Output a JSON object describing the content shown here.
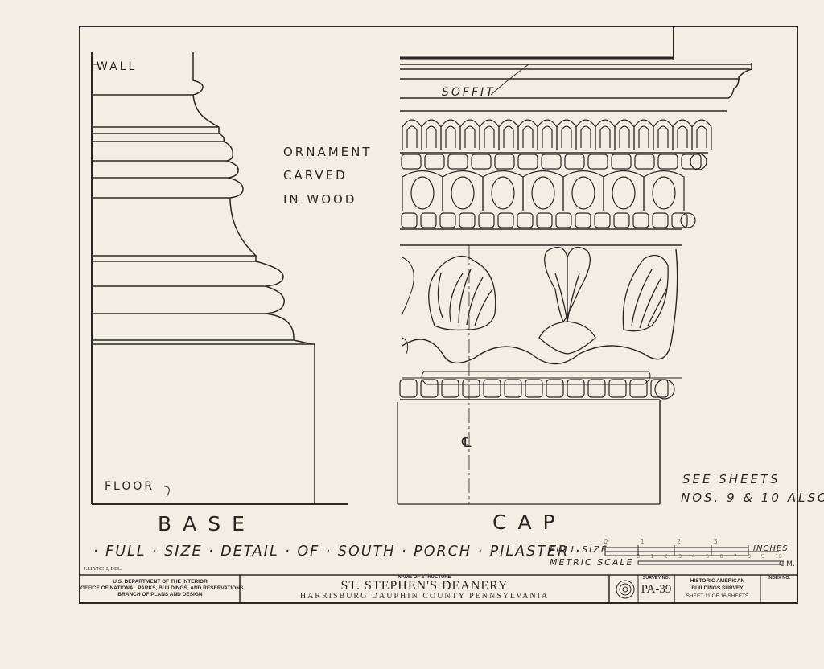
{
  "drawing": {
    "base_title": "BASE",
    "cap_title": "CAP",
    "label_wall": "WALL",
    "label_floor": "FLOOR",
    "label_soffit": "SOFFIT",
    "note_line1": "ORNAMENT",
    "note_line2": "CARVED",
    "note_line3": "IN WOOD",
    "see_sheets_1": "SEE SHEETS",
    "see_sheets_2": "NOS. 9 & 10 ALSO",
    "centerline_mark": "℄",
    "main_title": "· FULL · SIZE · DETAIL · OF · SOUTH · PORCH · PILASTER ·",
    "scale_label_1": "FULL SIZE",
    "scale_label_2": "METRIC SCALE",
    "scale_units_1": "INCHES",
    "scale_units_2": "C.M.",
    "inch_ticks": [
      "0",
      "1",
      "2",
      "3"
    ],
    "cm_ticks": [
      "0",
      "1",
      "2",
      "3",
      "4",
      "5",
      "6",
      "7",
      "8",
      "9",
      "10"
    ],
    "delineator": "J.J.LYNCH, DEL."
  },
  "title_block": {
    "agency_1": "U.S. DEPARTMENT OF THE INTERIOR",
    "agency_2": "OFFICE OF NATIONAL PARKS, BUILDINGS, AND RESERVATIONS",
    "agency_3": "BRANCH OF PLANS AND DESIGN",
    "name_caption": "NAME OF STRUCTURE",
    "structure_name": "ST. STEPHEN'S DEANERY",
    "location": "HARRISBURG   DAUPHIN   COUNTY   PENNSYLVANIA",
    "survey_caption": "SURVEY NO.",
    "survey_no": "PA-39",
    "habs_1": "HISTORIC AMERICAN",
    "habs_2": "BUILDINGS SURVEY",
    "sheet_info": "SHEET 11 OF 16 SHEETS",
    "index_caption": "INDEX NO."
  }
}
